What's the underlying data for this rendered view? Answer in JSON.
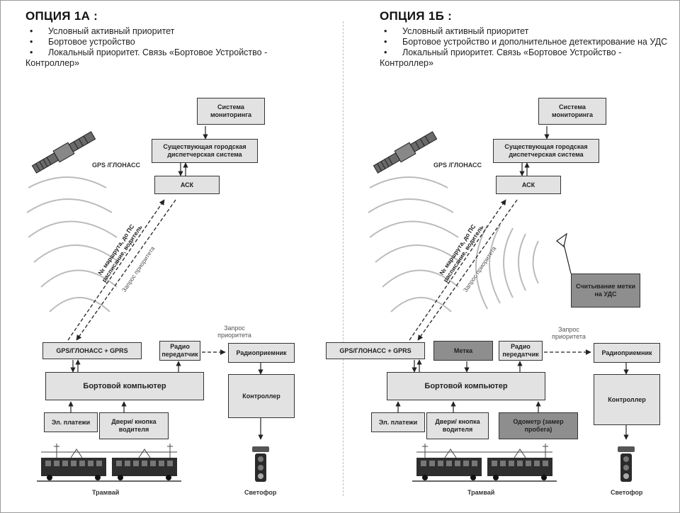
{
  "left": {
    "heading": "ОПЦИЯ 1А :",
    "bullets": [
      "Условный активный приоритет",
      "Бортовое устройство",
      "Локальный приоритет. Связь «Бортовое Устройство -"
    ],
    "bullet_cont": "Контроллер»",
    "boxes": {
      "monitoring": "Система мониторинга",
      "dispatch": "Существующая городская диспетчерская система",
      "asu": "АСК",
      "gps_gprs": "GPS/ГЛОНАСС + GPRS",
      "radio_tx": "Радио передатчик",
      "radio_rx": "Радиоприемник",
      "board_pc": "Бортовой компьютер",
      "controller": "Контроллер",
      "payments": "Эл. платежи",
      "doors": "Двери/ кнопка водителя"
    },
    "gps_label": "GPS /ГЛОНАСС",
    "diag_text1": "№ маршрута, до ПС расписание, водитель",
    "diag_text2": "Запрос приоритета",
    "priority_request": "Запрос приоритета",
    "tram_label": "Трамвай",
    "light_label": "Светофор"
  },
  "right": {
    "heading": "ОПЦИЯ 1Б :",
    "bullets": [
      "Условный активный приоритет",
      "Бортовое устройство и дополнительное детектирование на УДС",
      "Локальный приоритет. Связь «Бортовое Устройство -"
    ],
    "bullet_cont": "Контроллер»",
    "boxes": {
      "monitoring": "Система мониторинга",
      "dispatch": "Существующая городская диспетчерская система",
      "asu": "АСК",
      "gps_gprs": "GPS/ГЛОНАСС + GPRS",
      "tag": "Метка",
      "radio_tx": "Радио передатчик",
      "radio_rx": "Радиоприемник",
      "board_pc": "Бортовой компьютер",
      "controller": "Контроллер",
      "payments": "Эл. платежи",
      "doors": "Двери/ кнопка водителя",
      "odometer": "Одометр (замер пробега)",
      "tag_reader": "Считывание метки на УДС"
    },
    "gps_label": "GPS /ГЛОНАСС",
    "diag_text1": "№ маршрута, до ПС расписание, водитель",
    "diag_text2": "Запрос приоритета",
    "priority_request": "Запрос приоритета",
    "tram_label": "Трамвай",
    "light_label": "Светофор"
  },
  "colors": {
    "box_fill": "#e2e2e2",
    "box_dark": "#8e8e8e",
    "line": "#333333"
  },
  "icons": [
    "satellite-icon",
    "tram-icon",
    "traffic-light-icon",
    "antenna-icon",
    "signal-waves-icon"
  ]
}
